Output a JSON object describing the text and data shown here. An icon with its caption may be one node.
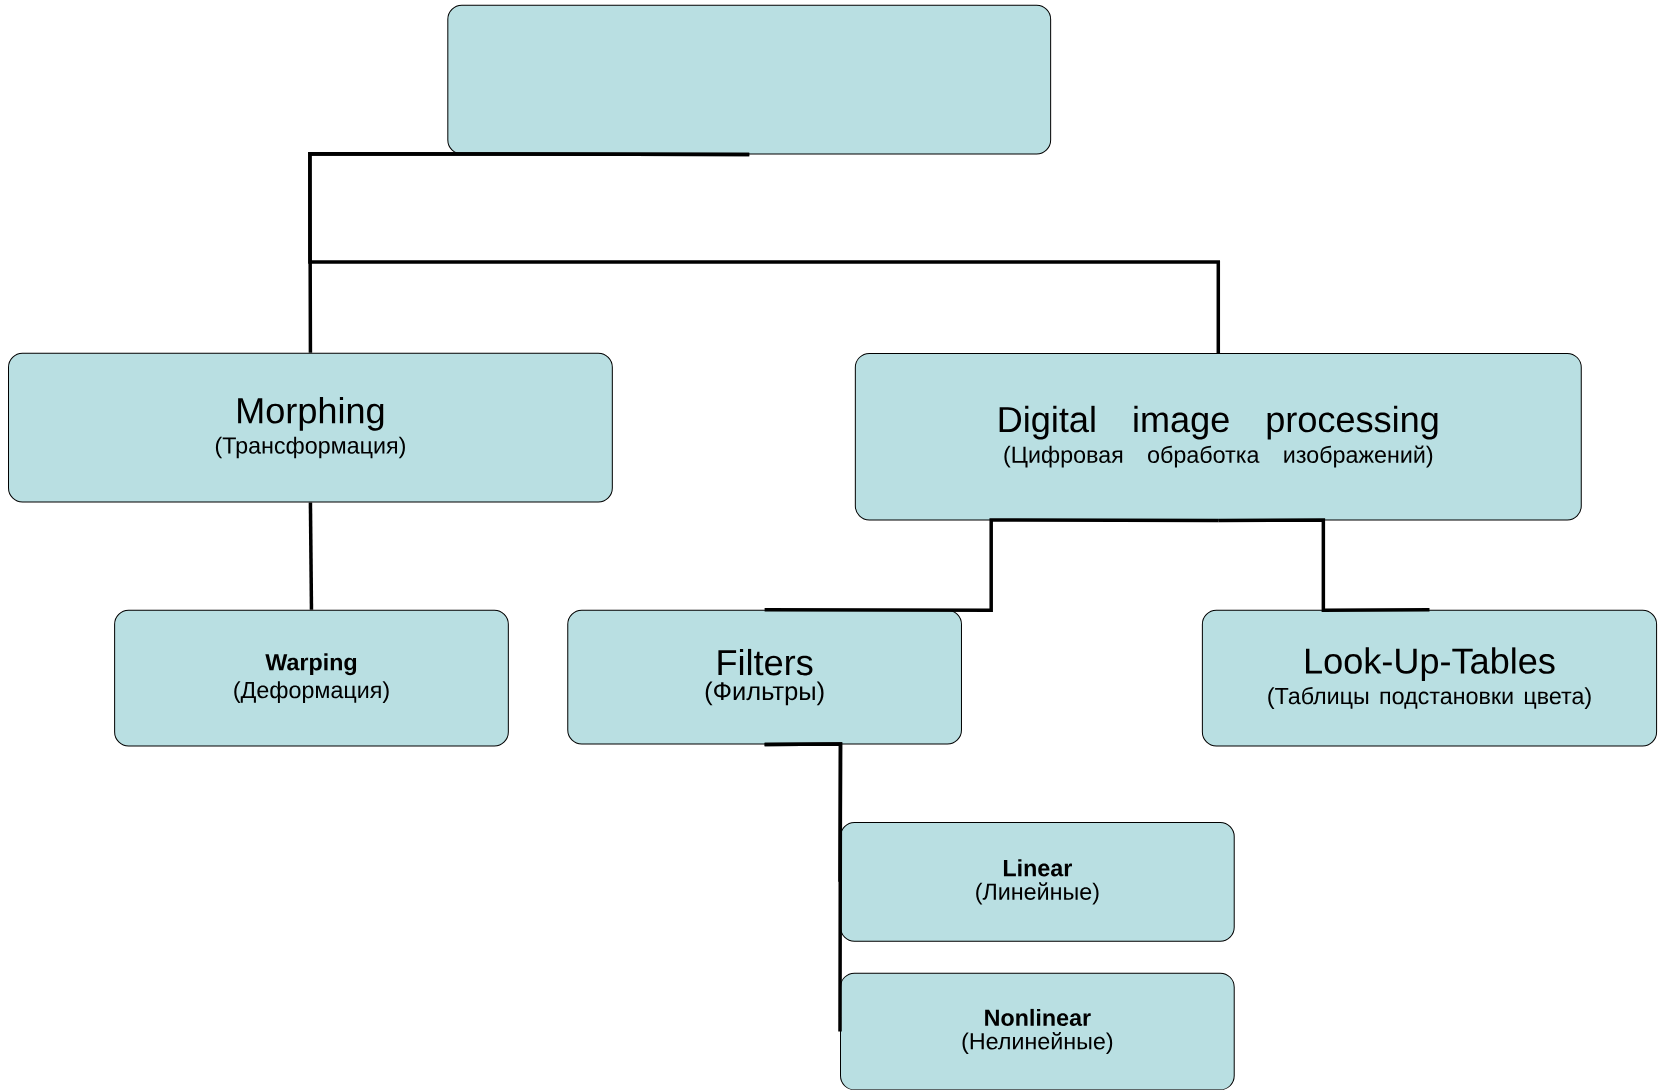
{
  "diagram": {
    "nodes": [
      {
        "text": [],
        "shape": "box"
      },
      {
        "text": [
          "Morphing",
          "(Трансформация)"
        ]
      },
      {
        "text": [
          "Digital image processing",
          "(Цифровая обработка изображений)"
        ]
      },
      {
        "text": [
          "Warping",
          "(Деформация)"
        ]
      },
      {
        "text": [
          "Filters",
          "(Фильтры)"
        ]
      },
      {
        "text": [
          "Look-Up-Tables",
          "(Таблицы подстановки цвета)"
        ]
      },
      {
        "text": [
          "Linear",
          "(Линейные)"
        ]
      },
      {
        "text": [
          "Nonlinear",
          "(Нелинейные)"
        ]
      }
    ],
    "edges": [
      {
        "from": 0,
        "to": 1,
        "arrow": "none"
      },
      {
        "from": 0,
        "to": 2,
        "arrow": "none"
      },
      {
        "from": 1,
        "to": 3,
        "arrow": "none"
      },
      {
        "from": 2,
        "to": 4,
        "arrow": "none"
      },
      {
        "from": 2,
        "to": 5,
        "arrow": "none"
      },
      {
        "from": 4,
        "to": 6,
        "arrow": "none"
      },
      {
        "from": 4,
        "to": 7,
        "arrow": "none"
      }
    ]
  }
}
